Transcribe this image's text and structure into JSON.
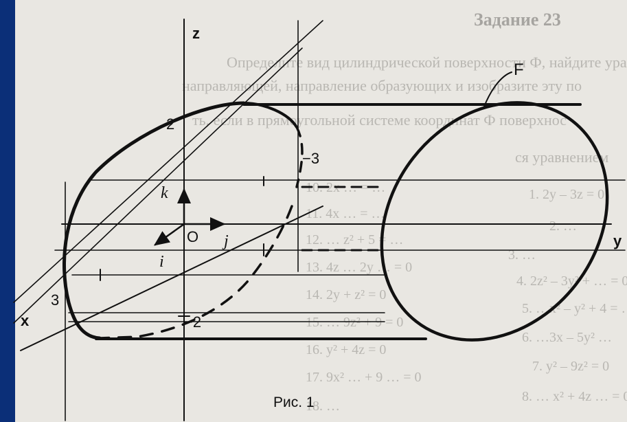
{
  "header": {
    "title": "Задание 23"
  },
  "task": {
    "lines": [
      "Определите вид цилиндрической поверхности Ф, найдите урав",
      "направляющей, направление образующих и изобразите эту по",
      "ть, если в прямоугольной системе координат Ф поверхнос",
      "ся уравнением"
    ],
    "equations_left": [
      "1. 2y – 3z = 0",
      "2. …",
      "3. …",
      "4. 2z² – 3y² + … = 0",
      "5. …x² – y² + 4 = …",
      "6. …3x – 5y² …",
      "7. y² – 9z² = 0",
      "8. … x² + 4z … = 0"
    ],
    "equations_right": [
      "10. 2x … = …",
      "11. 4x … = …",
      "12. … z² + 5 = …",
      "13. 4z … 2y … = 0",
      "14. 2y + z² = 0",
      "15. … 9z² + 9 = 0",
      "16. y² + 4z = 0",
      "17. 9x² … + 9 … = 0",
      "18. …"
    ]
  },
  "figure": {
    "axis_x": "x",
    "axis_y": "y",
    "axis_z": "z",
    "origin": "O",
    "vec_i": "i",
    "vec_j": "j",
    "vec_k": "k",
    "label_2": "2",
    "label_minus3": "−3",
    "label_3": "3",
    "label_minus2": "−2",
    "label_F": "F",
    "caption": "Рис. 1"
  },
  "colors": {
    "frame": "#0b2f78",
    "paper": "#e9e7e2",
    "ink": "#111111"
  }
}
